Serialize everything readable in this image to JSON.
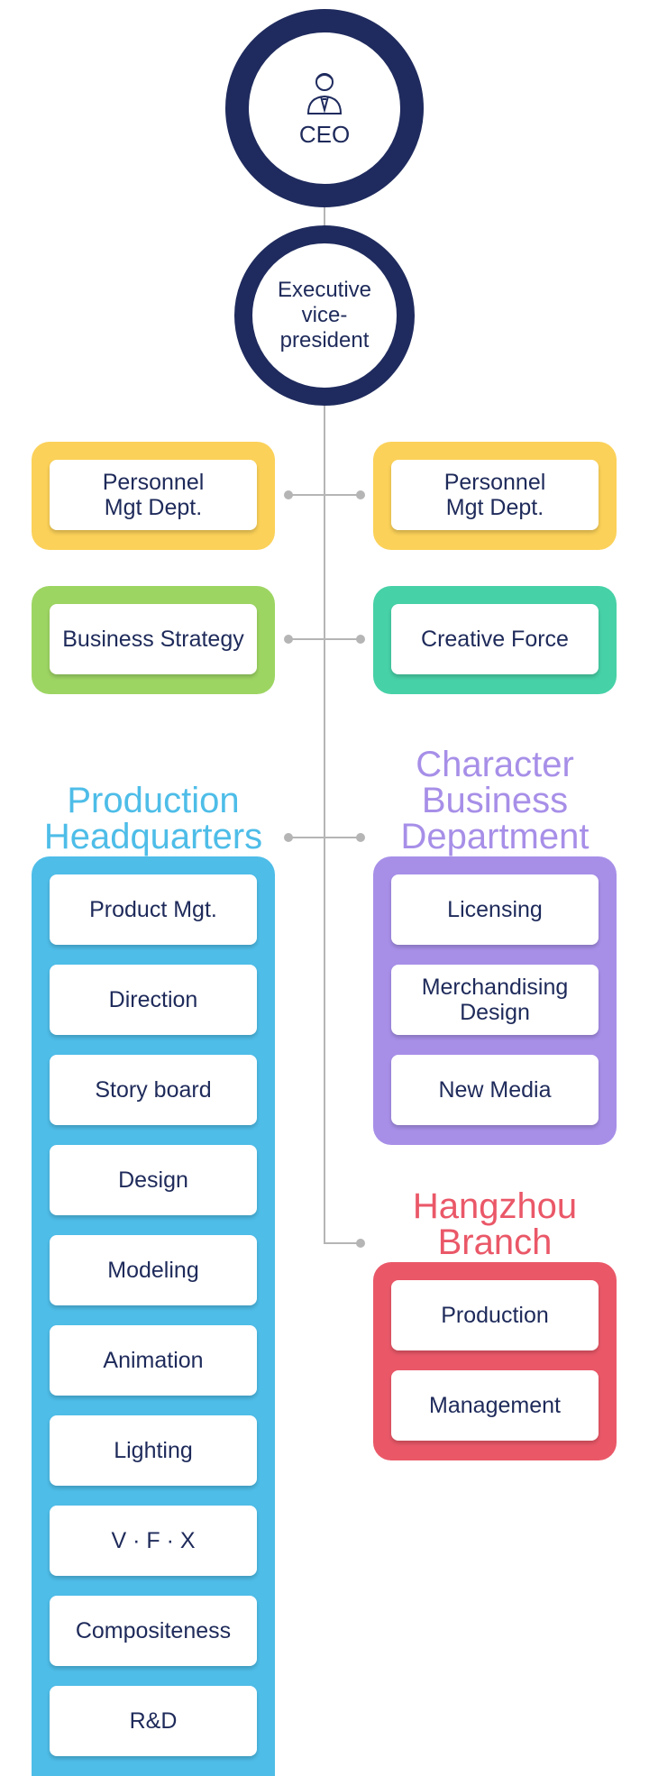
{
  "colors": {
    "navy": "#1f2b5e",
    "connector": "#b5b5b5",
    "yellow": "#fbd159",
    "green": "#9dd563",
    "teal": "#47d1a7",
    "blue": "#4ebde8",
    "purple": "#a78fe8",
    "red": "#ea5868"
  },
  "ceo": {
    "icon": "businessman-icon",
    "label": "CEO"
  },
  "evp": {
    "label": "Executive\nvice-\npresident"
  },
  "personnel_left": {
    "label": "Personnel\nMgt Dept."
  },
  "personnel_right": {
    "label": "Personnel\nMgt Dept."
  },
  "business_strategy": {
    "label": "Business Strategy"
  },
  "creative_force": {
    "label": "Creative Force"
  },
  "production_hq": {
    "title": "Production\nHeadquarters",
    "items": [
      "Product Mgt.",
      "Direction",
      "Story board",
      "Design",
      "Modeling",
      "Animation",
      "Lighting",
      "V · F · X",
      "Compositeness",
      "R&D"
    ]
  },
  "character_dept": {
    "title": "Character\nBusiness\nDepartment",
    "items": [
      "Licensing",
      "Merchandising\nDesign",
      "New Media"
    ]
  },
  "hangzhou": {
    "title": "Hangzhou\nBranch",
    "items": [
      "Production",
      "Management"
    ]
  }
}
